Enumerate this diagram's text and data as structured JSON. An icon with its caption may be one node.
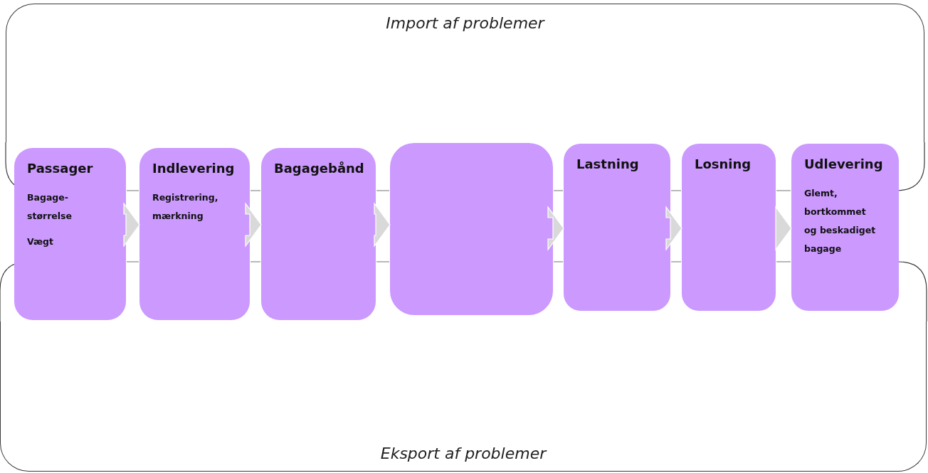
{
  "diagram": {
    "nodes": [
      {
        "text": [
          "Import af problemer"
        ]
      },
      {
        "text": [
          "Passager",
          "Bagage-størrelse",
          "Vægt"
        ]
      },
      {
        "text": [
          "Indlevering",
          "Registrering, mærkning"
        ]
      },
      {
        "text": [
          "Bagagebånd"
        ]
      },
      {
        "text": [],
        "shape": "box"
      },
      {
        "text": [
          "Lastning"
        ]
      },
      {
        "text": [
          "Losning"
        ]
      },
      {
        "text": [
          "Udlevering",
          "Glemt, bortkommet og beskadiget bagage"
        ]
      },
      {
        "text": [
          "Eksport af problemer"
        ]
      }
    ],
    "edges": [
      {
        "from": 1,
        "to": 2,
        "arrow": "to"
      },
      {
        "from": 2,
        "to": 3,
        "arrow": "to"
      },
      {
        "from": 3,
        "to": 4,
        "arrow": "to"
      },
      {
        "from": 4,
        "to": 5,
        "arrow": "to"
      },
      {
        "from": 5,
        "to": 6,
        "arrow": "to"
      },
      {
        "from": 6,
        "to": 7,
        "arrow": "to"
      }
    ]
  }
}
